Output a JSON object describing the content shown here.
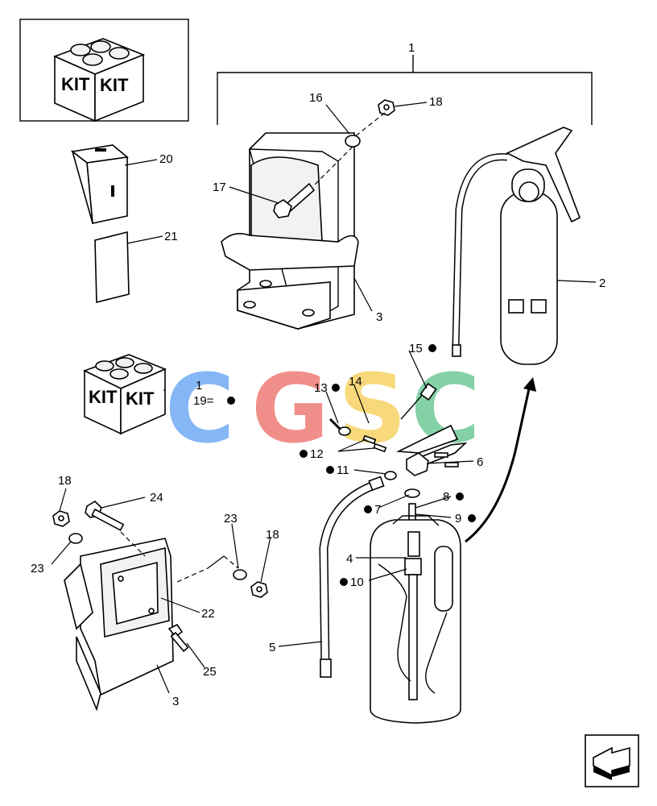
{
  "callouts": [
    {
      "id": "c1",
      "text": "1"
    },
    {
      "id": "c2",
      "text": "2"
    },
    {
      "id": "c3a",
      "text": "3"
    },
    {
      "id": "c3b",
      "text": "3"
    },
    {
      "id": "c4",
      "text": "4"
    },
    {
      "id": "c5",
      "text": "5"
    },
    {
      "id": "c6",
      "text": "6"
    },
    {
      "id": "c7",
      "text": "7"
    },
    {
      "id": "c8",
      "text": "8"
    },
    {
      "id": "c9",
      "text": "9"
    },
    {
      "id": "c10",
      "text": "10"
    },
    {
      "id": "c11",
      "text": "11"
    },
    {
      "id": "c12",
      "text": "12"
    },
    {
      "id": "c13",
      "text": "13"
    },
    {
      "id": "c14",
      "text": "14"
    },
    {
      "id": "c15",
      "text": "15"
    },
    {
      "id": "c16",
      "text": "16"
    },
    {
      "id": "c17",
      "text": "17"
    },
    {
      "id": "c18a",
      "text": "18"
    },
    {
      "id": "c18b",
      "text": "18"
    },
    {
      "id": "c18c",
      "text": "18"
    },
    {
      "id": "c19",
      "text": "19="
    },
    {
      "id": "c1b",
      "text": "1"
    },
    {
      "id": "c20",
      "text": "20"
    },
    {
      "id": "c21",
      "text": "21"
    },
    {
      "id": "c22",
      "text": "22"
    },
    {
      "id": "c23a",
      "text": "23"
    },
    {
      "id": "c23b",
      "text": "23"
    },
    {
      "id": "c24",
      "text": "24"
    },
    {
      "id": "c25",
      "text": "25"
    }
  ],
  "kit": {
    "label_left": "KIT",
    "label_right": "KIT"
  },
  "watermark": {
    "letters": [
      "C",
      "G",
      "S",
      "C"
    ],
    "colors": [
      "#7fb3f5",
      "#f08a84",
      "#f7d774",
      "#7fcfa3"
    ]
  },
  "colors": {
    "line": "#000000",
    "background": "#ffffff"
  },
  "icons": [
    "kit-box-icon",
    "next-page-arrow-icon",
    "bullet-dot-icon"
  ]
}
